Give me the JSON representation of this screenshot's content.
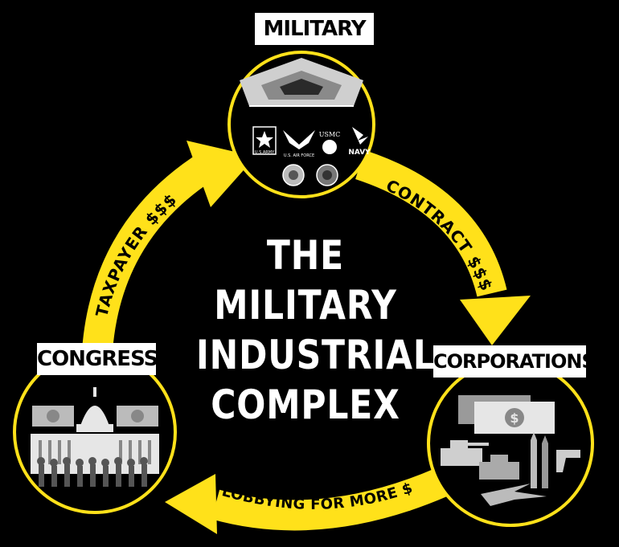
{
  "title": {
    "line1": "THE",
    "line2": "MILITARY",
    "line3": "INDUSTRIAL",
    "line4": "COMPLEX"
  },
  "nodes": {
    "military": {
      "label": "MILITARY",
      "seals": [
        "U.S.ARMY",
        "U.S. AIR FORCE",
        "USMC",
        "NAVY"
      ]
    },
    "congress": {
      "label": "CONGRESS"
    },
    "corporations": {
      "label": "CORPORATIONS"
    }
  },
  "flows": {
    "taxpayer": "TAXPAYER $$$",
    "contract": "CONTRACT $$$",
    "lobbying": "LOBBYING FOR MORE $$$"
  },
  "colors": {
    "accent": "#ffe11a",
    "background": "#000000",
    "label_bg": "#ffffff"
  },
  "icons": {
    "military": "pentagon-building-icon",
    "congress": "capitol-building-icon",
    "corporations": "weapons-and-money-icon"
  }
}
